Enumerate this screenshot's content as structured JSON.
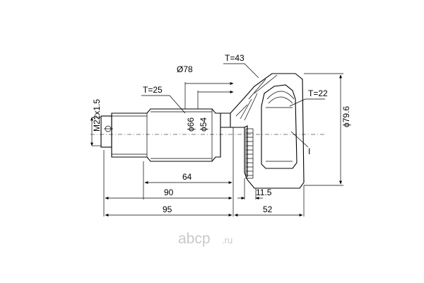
{
  "drawing": {
    "labels": {
      "thread": "M22x1.5",
      "spline_outer": "T=25",
      "diameter_shaft": "Ø78",
      "spline_inner_cup": "T=43",
      "spline_wheel": "T=22",
      "d66": "ϕ66",
      "d54": "ϕ54",
      "d79": "ϕ79.6",
      "len64": "64",
      "len90": "90",
      "len95": "95",
      "len115": "11.5",
      "len52": "52",
      "mark_i": "I"
    }
  },
  "watermark": {
    "brand": "abcp",
    "tld": ".ru"
  }
}
